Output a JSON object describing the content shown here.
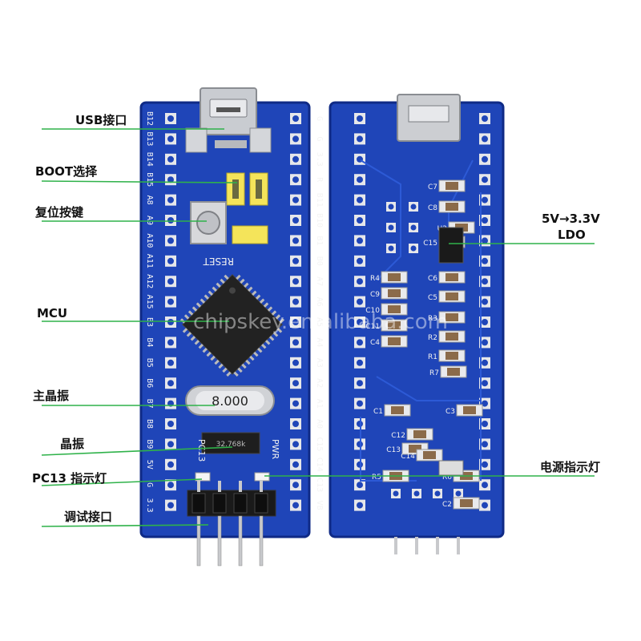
{
  "labels": {
    "usb": "USB接口",
    "boot": "BOOT选择",
    "reset_key": "复位按键",
    "mcu": "MCU",
    "main_crystal": "主晶振",
    "crystal": "晶振",
    "pc13_led": "PC13 指示灯",
    "debug_port": "调试接口",
    "ldo_line1": "5V→3.3V",
    "ldo_line2": "LDO",
    "power_led": "电源指示灯"
  },
  "board_front": {
    "left_pins": [
      "B12",
      "B13",
      "B14",
      "B15",
      "A8",
      "A9",
      "A10",
      "A11",
      "A12",
      "A15",
      "B3",
      "B4",
      "B5",
      "B6",
      "B7",
      "B8",
      "B9",
      "5V",
      "G",
      "3.3"
    ],
    "right_pins": [
      "G",
      "G",
      "3.3",
      "R",
      "B11",
      "B10",
      "B1",
      "B0",
      "A7",
      "A6",
      "A5",
      "A4",
      "A3",
      "A2",
      "A1",
      "A0",
      "C15",
      "C14",
      "C13",
      "VB"
    ],
    "reset_text": "RESET",
    "crystal_value": "8.000",
    "small_crystal_text": "32.768k",
    "pc13_text": "PC13",
    "pwr_text": "PWR"
  },
  "board_back": {
    "components": [
      "C7",
      "C8",
      "R4",
      "C9",
      "C10",
      "C11",
      "C4",
      "U2",
      "C6",
      "C5",
      "R3",
      "R2",
      "R1",
      "C12",
      "C13",
      "C14",
      "R5",
      "R6",
      "C3",
      "R7",
      "C1",
      "C2",
      "C15"
    ]
  },
  "watermark": "chipskey.en.alibaba.com",
  "colors": {
    "pcb_blue": "#1f45b8",
    "pcb_edge": "#0f2a86",
    "callout_line": "#2fb24a"
  }
}
